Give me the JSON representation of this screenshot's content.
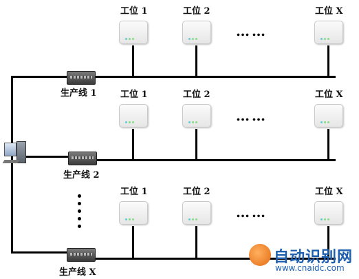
{
  "lines": [
    {
      "name": "生产线 1",
      "stations": [
        "工位 1",
        "工位 2",
        "工位 X"
      ]
    },
    {
      "name": "生产线 2",
      "stations": [
        "工位 1",
        "工位 2",
        "工位 X"
      ]
    },
    {
      "name": "生产线 X",
      "stations": [
        "工位 1",
        "工位 2",
        "工位 X"
      ]
    }
  ],
  "ellipsis": "……",
  "watermark": {
    "text": "自动识别网",
    "url": "www.cnaidc.com"
  },
  "icons": {
    "server": "pc-icon",
    "switch": "network-switch-icon",
    "station": "station-terminal-icon"
  },
  "colors": {
    "wire": "#000000",
    "watermark": "#1e5fb0",
    "watermark_mark": "#e46b10"
  }
}
